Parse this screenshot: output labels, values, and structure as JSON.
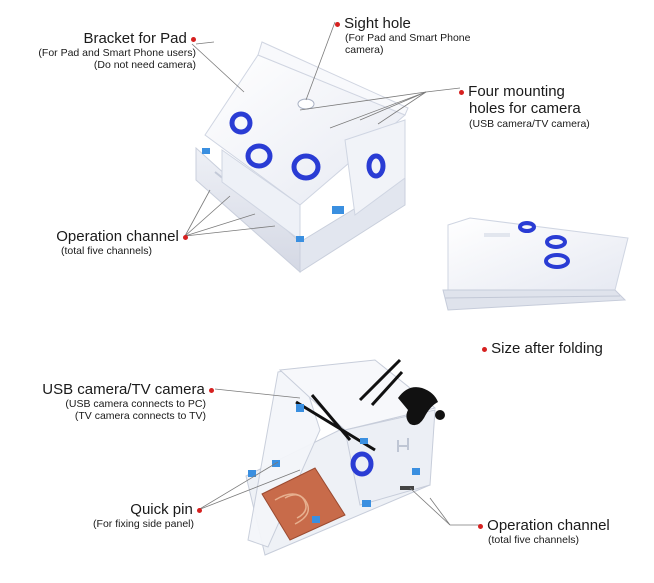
{
  "colors": {
    "accent_dot": "#d6201f",
    "ring": "#2a3cd4",
    "board": "#f3f5fa",
    "pin": "#3a8fe0",
    "leader": "#7a7a7a"
  },
  "labels": {
    "bracket": {
      "title": "Bracket for Pad",
      "lines": [
        "(For Pad and Smart Phone users)",
        "(Do not need camera)"
      ]
    },
    "sight": {
      "title": "Sight hole",
      "lines": [
        "(For Pad and Smart Phone",
        "camera)"
      ]
    },
    "mounting": {
      "title_lines": [
        "Four mounting",
        "holes for camera"
      ],
      "lines": [
        "(USB camera/TV camera)"
      ]
    },
    "op_top": {
      "title": "Operation channel",
      "lines": [
        "(total five channels)"
      ]
    },
    "size": {
      "title": "Size after folding"
    },
    "usb": {
      "title": "USB camera/TV camera",
      "lines": [
        "(USB camera connects to PC)",
        "(TV camera connects to TV)"
      ]
    },
    "pin": {
      "title": "Quick pin",
      "lines": [
        "(For fixing side panel)"
      ]
    },
    "op_bottom": {
      "title": "Operation channel",
      "lines": [
        "(total five channels)"
      ]
    }
  }
}
